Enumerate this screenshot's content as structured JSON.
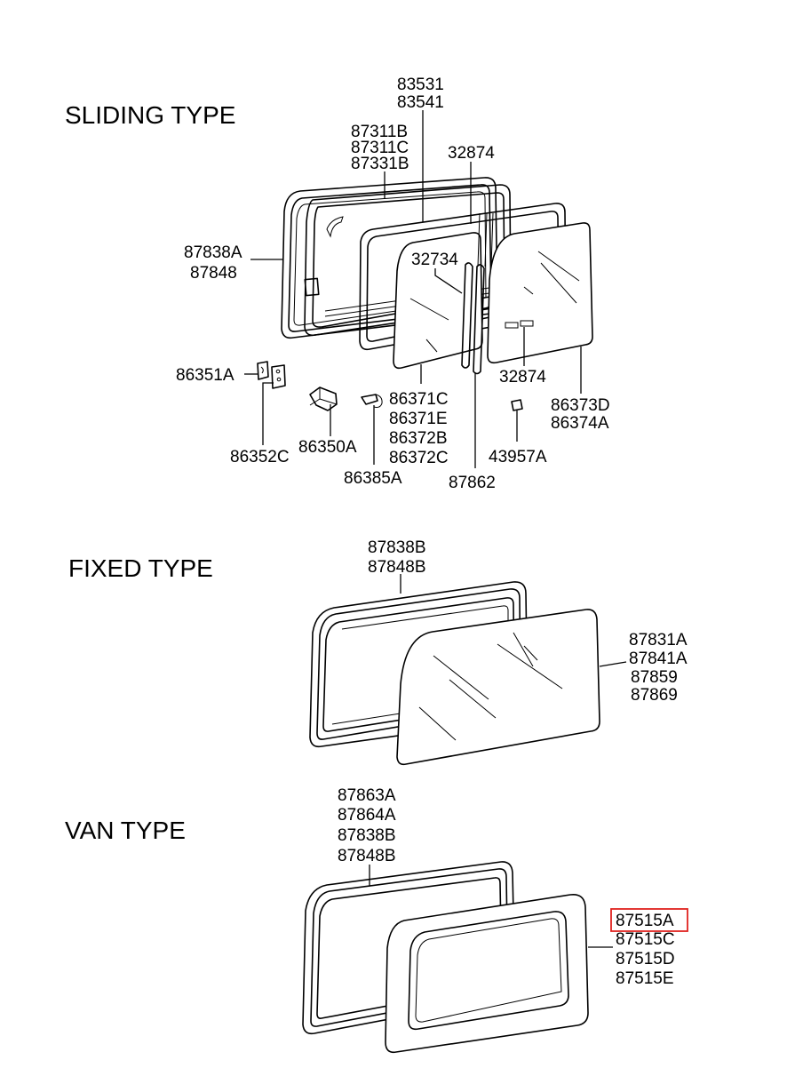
{
  "sections": {
    "sliding": {
      "title": "SLIDING TYPE",
      "labels": [
        "83531",
        "83541",
        "87311B",
        "87311C",
        "87331B",
        "32874",
        "87838A",
        "87848",
        "32734",
        "86351A",
        "32874",
        "86373D",
        "86374A",
        "86371C",
        "86371E",
        "86372B",
        "86372C",
        "86352C",
        "86350A",
        "86385A",
        "43957A",
        "87862"
      ]
    },
    "fixed": {
      "title": "FIXED TYPE",
      "labels": [
        "87838B",
        "87848B",
        "87831A",
        "87841A",
        "87859",
        "87869"
      ]
    },
    "van": {
      "title": "VAN  TYPE",
      "labels": [
        "87863A",
        "87864A",
        "87838B",
        "87848B",
        "87515A",
        "87515C",
        "87515D",
        "87515E"
      ]
    }
  },
  "highlight": {
    "label": "87515A",
    "color": "#e0221f"
  }
}
